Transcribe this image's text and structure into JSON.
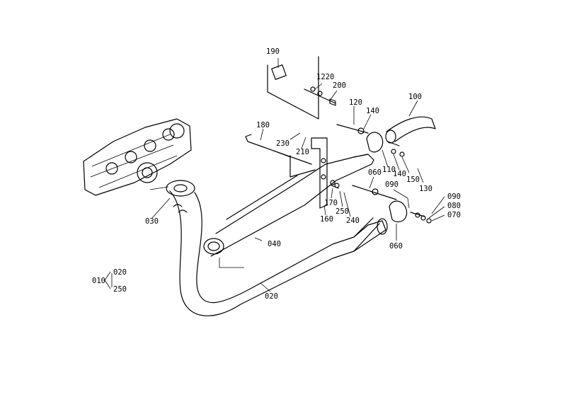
{
  "diagram": {
    "labels": [
      {
        "id": "p190",
        "text": "190"
      },
      {
        "id": "p1220",
        "text": "1220"
      },
      {
        "id": "p200",
        "text": "200"
      },
      {
        "id": "p120",
        "text": "120"
      },
      {
        "id": "p140a",
        "text": "140"
      },
      {
        "id": "p100",
        "text": "100"
      },
      {
        "id": "p180",
        "text": "180"
      },
      {
        "id": "p230",
        "text": "230"
      },
      {
        "id": "p210",
        "text": "210"
      },
      {
        "id": "p110",
        "text": "110"
      },
      {
        "id": "p140b",
        "text": "140"
      },
      {
        "id": "p150",
        "text": "150"
      },
      {
        "id": "p130",
        "text": "130"
      },
      {
        "id": "p060a",
        "text": "060"
      },
      {
        "id": "p090a",
        "text": "090"
      },
      {
        "id": "p090b",
        "text": "090"
      },
      {
        "id": "p080",
        "text": "080"
      },
      {
        "id": "p070",
        "text": "070"
      },
      {
        "id": "p170",
        "text": "170"
      },
      {
        "id": "p250a",
        "text": "250"
      },
      {
        "id": "p240",
        "text": "240"
      },
      {
        "id": "p160",
        "text": "160"
      },
      {
        "id": "p060b",
        "text": "060"
      },
      {
        "id": "p030",
        "text": "030"
      },
      {
        "id": "p040",
        "text": "040"
      },
      {
        "id": "p020a",
        "text": "020"
      },
      {
        "id": "p010",
        "text": "010"
      },
      {
        "id": "p020b",
        "text": "020"
      },
      {
        "id": "p250b",
        "text": "250"
      }
    ]
  }
}
